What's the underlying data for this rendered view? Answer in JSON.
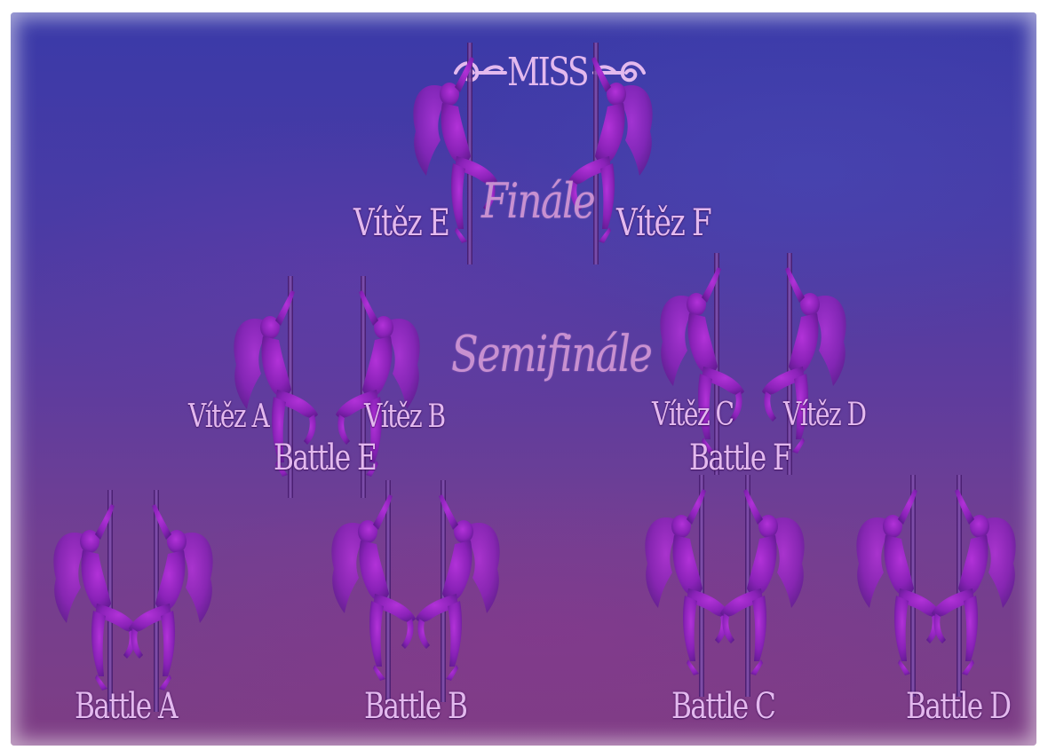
{
  "title": "MISS",
  "rounds": {
    "final": "Finále",
    "semifinal": "Semifinále"
  },
  "final_labels": {
    "left": "Vítěz E",
    "right": "Vítěz F"
  },
  "semifinal_labels": {
    "winner_a": "Vítěz A",
    "winner_b": "Vítěz B",
    "battle_e": "Battle E",
    "winner_c": "Vítěz C",
    "winner_d": "Vítěz D",
    "battle_f": "Battle F"
  },
  "first_round_labels": {
    "battle_a": "Battle A",
    "battle_b": "Battle B",
    "battle_c": "Battle C",
    "battle_d": "Battle D"
  },
  "icon": "pole-dancer-silhouette-icon",
  "colors": {
    "text": "#e3b9ee",
    "round_title": "#c890d0",
    "silhouette": "#8a2bb5",
    "background_top": "#3a3aa8",
    "background_bottom": "#7e3d84"
  }
}
